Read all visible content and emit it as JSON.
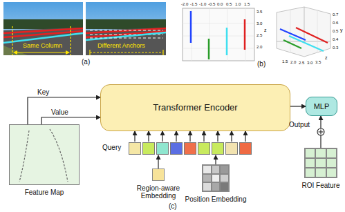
{
  "diagram": {
    "nodes": [
      {
        "text": [
          "Feature Map"
        ]
      },
      {
        "text": [
          "Transformer Encoder"
        ]
      },
      {
        "text": [
          "MLP"
        ]
      },
      {
        "text": [
          "Query"
        ]
      },
      {
        "text": [
          "Region-aware Embedding"
        ]
      },
      {
        "text": [
          "Position Embedding"
        ]
      },
      {
        "text": [
          "ROI Feature"
        ]
      }
    ],
    "edges": [
      {
        "from": 0,
        "to": 1,
        "label": "Key",
        "arrow": "to"
      },
      {
        "from": 0,
        "to": 1,
        "label": "Value",
        "arrow": "to"
      },
      {
        "from": 1,
        "to": 2,
        "arrow": "to"
      },
      {
        "from": 3,
        "to": 1,
        "arrow": "to"
      },
      {
        "from": 4,
        "to": 3,
        "arrow": "to"
      },
      {
        "from": 5,
        "to": 3,
        "arrow": "to"
      },
      {
        "from": 6,
        "to": 2,
        "arrow": "to"
      }
    ],
    "labels": [
      "(a)",
      "Same Column",
      "Different Anchors",
      "(b)",
      "-2.0",
      "-1.5",
      "-1.0",
      "-0.5",
      "0.0",
      "0.5",
      "1.0",
      "1.5",
      "3.5",
      "3.0",
      "2.5",
      "2.0",
      "z",
      "0.7",
      "0.6",
      "0.5",
      "0.4",
      "0.3",
      "y",
      "1.5",
      "2.0",
      "2.5",
      "3.0",
      "3.5",
      "z",
      "(c)",
      "Output"
    ]
  }
}
